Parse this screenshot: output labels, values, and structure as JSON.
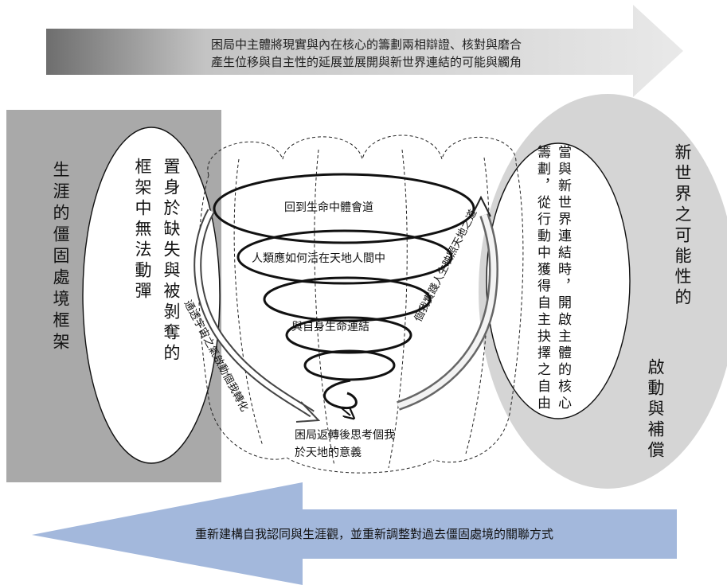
{
  "top_arrow": {
    "line1": "困局中主體將現實與內在核心的籌劃兩相辯證、核對與磨合",
    "line2": "產生位移與自主性的延展並展開與新世界連結的可能與觸角"
  },
  "bottom_arrow": {
    "text": "重新建構自我認同與生涯觀，並重新調整對過去僵固處境的關聯方式"
  },
  "left_frame": {
    "text": "生涯的僵固處境框架"
  },
  "left_oval": {
    "line1": "置身於缺失與被剝奪的",
    "line2": "框架中無法動彈"
  },
  "right_oval": {
    "line1": "當與新世界連結時，開啟主體的核心",
    "line2": "籌劃，從行動中獲得自主抉擇之自由"
  },
  "right_circle": {
    "line1": "新世界之可能性的",
    "line2": "啟動與補償"
  },
  "spiral": {
    "label_top": "回到生命中體會道",
    "label_middle": "人類應如何活在天地人間中",
    "label_lower": "與自身生命連結",
    "left_path": "通透宇宙之氣啟動個我轉化",
    "right_path": "個我實踐人生映照天地之道",
    "bottom_line1": "困局返轉後思考個我",
    "bottom_line2": "於天地的意義"
  }
}
